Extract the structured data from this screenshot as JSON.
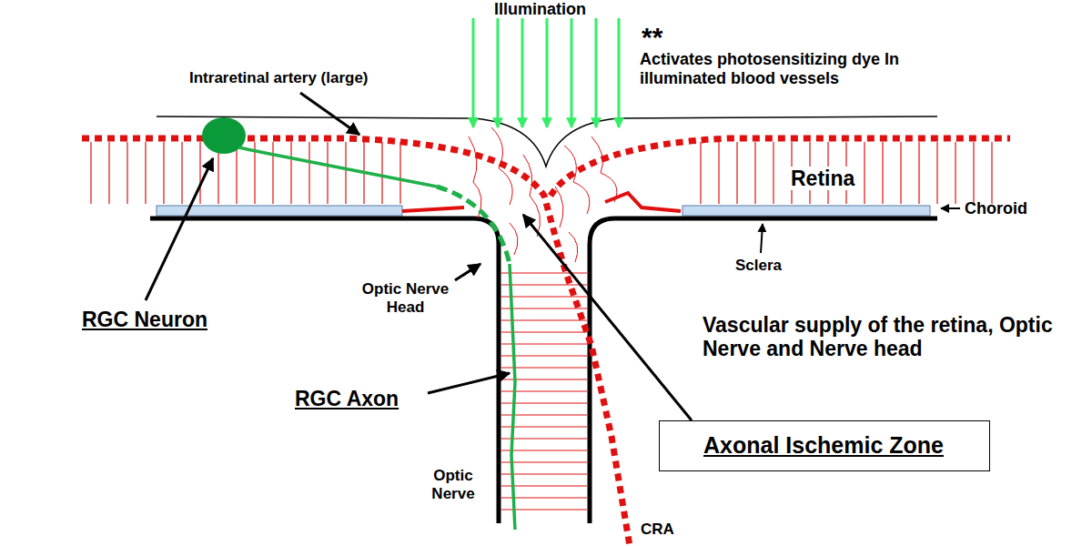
{
  "diagram": {
    "nodes": [
      {
        "text": [
          "Axonal Ischemic Zone"
        ]
      }
    ],
    "labels": [
      "Illumination",
      "**",
      "Activates photosensitizing dye In illuminated blood vessels",
      "Intraretinal artery (large)",
      "Retina",
      "Choroid",
      "Sclera",
      "Optic Nerve Head",
      "RGC Neuron",
      "Vascular supply of the retina, Optic Nerve and Nerve head",
      "RGC Axon",
      "Optic Nerve",
      "CRA"
    ]
  }
}
